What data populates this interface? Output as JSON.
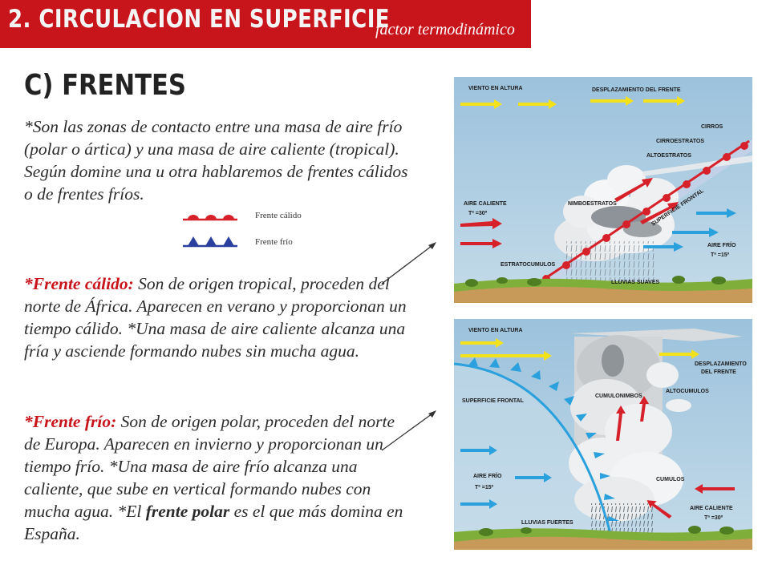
{
  "header": {
    "title": "2. CIRCULACION EN SUPERFICIE",
    "subtitle": "factor termodinámico"
  },
  "section": {
    "title": "C) FRENTES"
  },
  "intro": "*Son las zonas de contacto entre una masa de aire frío (polar o ártica) y una masa de aire caliente (tropical). Según domine una u otra hablaremos de frentes cálidos o de frentes fríos.",
  "legend": {
    "warm_label": "Frente cálido",
    "cold_label": "Frente frío",
    "warm_color": "#d6212a",
    "cold_color": "#2b3f9e"
  },
  "warm_front": {
    "lead": "*",
    "term": "Frente cálido:",
    "text": " Son de origen tropical, proceden del norte de África. Aparecen en verano y proporcionan un tiempo cálido. *Una masa de aire caliente alcanza una fría y asciende formando nubes sin mucha agua."
  },
  "cold_front": {
    "lead": "*",
    "term": "Frente frío:",
    "text_a": " Son de origen polar, proceden del norte de Europa. Aparecen en invierno y proporcionan un tiempo frío. *Una masa de aire frío alcanza una caliente, que sube en vertical formando nubes con mucha agua. *El ",
    "strong": "frente polar",
    "text_b": " es el que más domina en España."
  },
  "diagram_warm": {
    "viento_altura": "VIENTO EN ALTURA",
    "desplazamiento": "DESPLAZAMIENTO DEL FRENTE",
    "cirros": "CIRROS",
    "cirroestratos": "CIRROESTRATOS",
    "altoestratos": "ALTOESTRATOS",
    "nimboestratos": "NIMBOESTRATOS",
    "superficie_frontal": "SUPERFICIE FRONTAL",
    "aire_caliente": "AIRE CALIENTE",
    "temp_caliente": "Tª =30º",
    "aire_frio": "AIRE FRÍO",
    "temp_frio": "Tª =15º",
    "estratocumulos": "ESTRATOCUMULOS",
    "lluvias": "LLUVIAS SUAVES"
  },
  "diagram_cold": {
    "viento_altura": "VIENTO EN ALTURA",
    "desplazamiento_1": "DESPLAZAMIENTO",
    "desplazamiento_2": "DEL FRENTE",
    "altocumulos": "ALTOCUMULOS",
    "cumulonimbos": "CUMULONIMBOS",
    "superficie_frontal": "SUPERFICIE FRONTAL",
    "aire_frio": "AIRE FRÍO",
    "temp_frio": "Tª =15º",
    "cumulos": "CUMULOS",
    "aire_caliente": "AIRE CALIENTE",
    "temp_caliente": "Tª =30º",
    "lluvias": "LLUVIAS FUERTES"
  },
  "colors": {
    "banner": "#c8141b",
    "sky": "#a9c8dd",
    "ground": "#c89a5a",
    "grass": "#7fae3a",
    "warm_arrow": "#d6212a",
    "cold_arrow": "#2aa0dc",
    "wind_arrow": "#f3e21a"
  }
}
